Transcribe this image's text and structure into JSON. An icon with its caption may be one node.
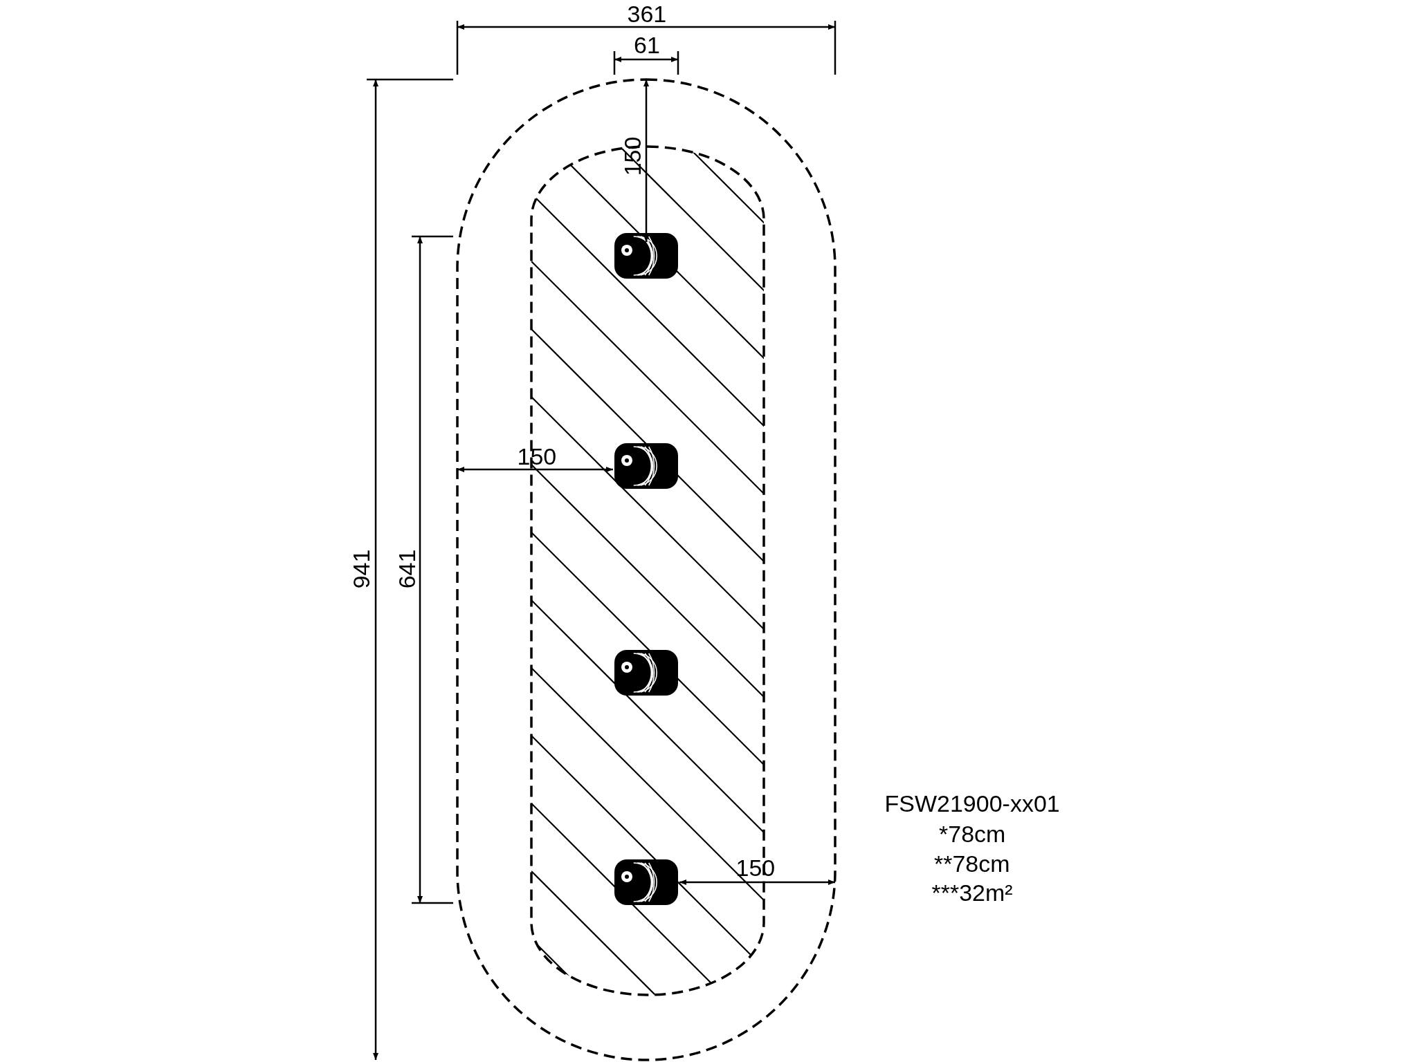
{
  "diagram": {
    "labels": [
      "361",
      "61",
      "150",
      "941",
      "641",
      "150",
      "150",
      "FSW21900-xx01",
      "*78cm",
      "**78cm",
      "***32m²"
    ]
  }
}
